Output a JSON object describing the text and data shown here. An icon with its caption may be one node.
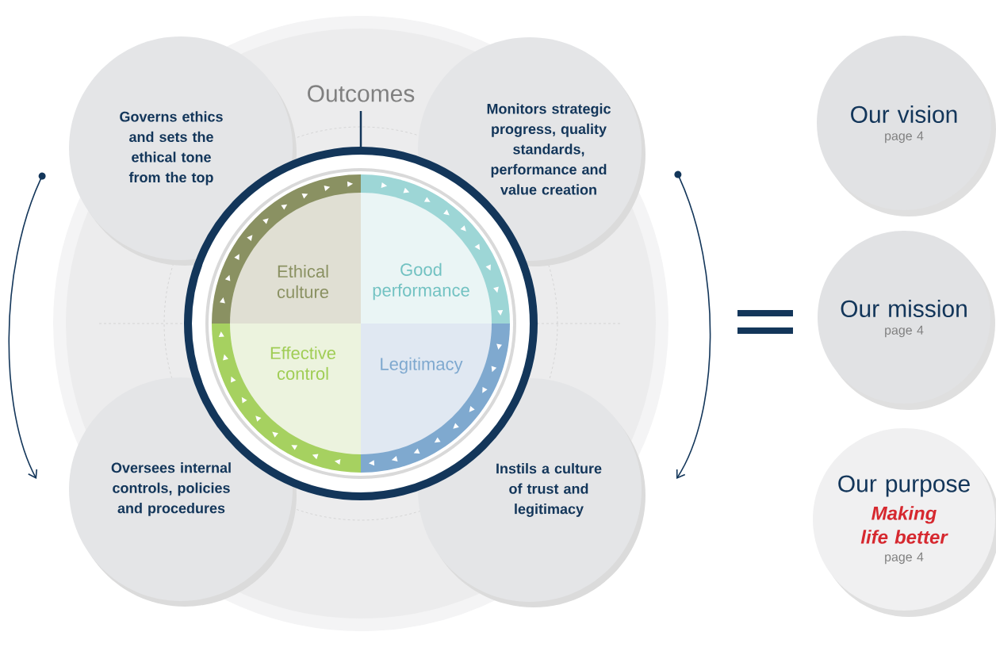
{
  "diagram": {
    "nodes": [
      {
        "text": [
          "Outcomes"
        ]
      },
      {
        "text": [
          "Ethical culture"
        ],
        "in": 0
      },
      {
        "text": [
          "Good performance"
        ],
        "in": 0
      },
      {
        "text": [
          "Effective control"
        ],
        "in": 0
      },
      {
        "text": [
          "Legitimacy"
        ],
        "in": 0
      },
      {
        "text": [
          "Governs ethics and sets the ethical tone from the top"
        ]
      },
      {
        "text": [
          "Monitors strategic progress, quality standards, performance and value creation"
        ]
      },
      {
        "text": [
          "Oversees internal controls, policies and procedures"
        ]
      },
      {
        "text": [
          "Instils a culture of trust and legitimacy"
        ]
      },
      {
        "text": [
          "Our vision",
          "page 4"
        ]
      },
      {
        "text": [
          "Our mission",
          "page 4"
        ]
      },
      {
        "text": [
          "Our purpose",
          "Making life better",
          "page 4"
        ]
      }
    ]
  }
}
